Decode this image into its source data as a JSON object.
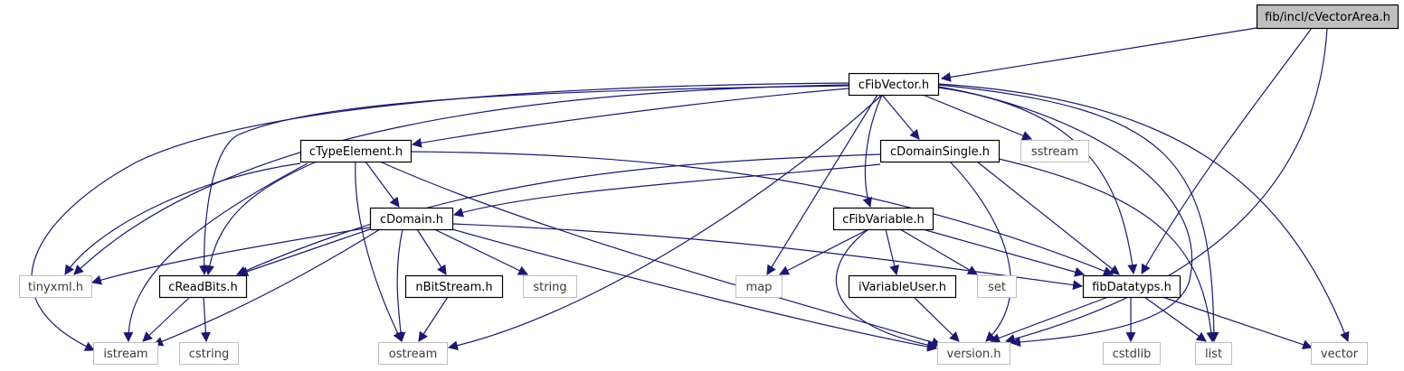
{
  "diagram": {
    "title": "fib/incl/cVectorArea.h include dependency graph",
    "colors": {
      "edge": "#191970",
      "root_fill": "#bfbfbf",
      "root_border": "#000000",
      "project_border": "#000000",
      "system_border": "#bfbfbf",
      "text": "#000000",
      "system_text": "#3a3a3a"
    },
    "nodes": [
      {
        "id": "root",
        "label": "fib/incl/cVectorArea.h",
        "kind": "root"
      },
      {
        "id": "cFibVector",
        "label": "cFibVector.h",
        "kind": "project"
      },
      {
        "id": "cTypeElement",
        "label": "cTypeElement.h",
        "kind": "project"
      },
      {
        "id": "cDomainSingle",
        "label": "cDomainSingle.h",
        "kind": "project"
      },
      {
        "id": "sstream",
        "label": "sstream",
        "kind": "system"
      },
      {
        "id": "cDomain",
        "label": "cDomain.h",
        "kind": "project"
      },
      {
        "id": "cFibVariable",
        "label": "cFibVariable.h",
        "kind": "project"
      },
      {
        "id": "tinyxml",
        "label": "tinyxml.h",
        "kind": "system"
      },
      {
        "id": "cReadBits",
        "label": "cReadBits.h",
        "kind": "project"
      },
      {
        "id": "nBitStream",
        "label": "nBitStream.h",
        "kind": "project"
      },
      {
        "id": "string",
        "label": "string",
        "kind": "system"
      },
      {
        "id": "map",
        "label": "map",
        "kind": "system"
      },
      {
        "id": "iVariableUser",
        "label": "iVariableUser.h",
        "kind": "project"
      },
      {
        "id": "set",
        "label": "set",
        "kind": "system"
      },
      {
        "id": "fibDatatyps",
        "label": "fibDatatyps.h",
        "kind": "project"
      },
      {
        "id": "istream",
        "label": "istream",
        "kind": "system"
      },
      {
        "id": "cstring",
        "label": "cstring",
        "kind": "system"
      },
      {
        "id": "ostream",
        "label": "ostream",
        "kind": "system"
      },
      {
        "id": "version",
        "label": "version.h",
        "kind": "system"
      },
      {
        "id": "cstdlib",
        "label": "cstdlib",
        "kind": "system"
      },
      {
        "id": "list",
        "label": "list",
        "kind": "system"
      },
      {
        "id": "vector",
        "label": "vector",
        "kind": "system"
      }
    ],
    "edges": [
      {
        "from": "root",
        "to": "cFibVector"
      },
      {
        "from": "root",
        "to": "fibDatatyps"
      },
      {
        "from": "root",
        "to": "version"
      },
      {
        "from": "cFibVector",
        "to": "cTypeElement"
      },
      {
        "from": "cFibVector",
        "to": "cDomainSingle"
      },
      {
        "from": "cFibVector",
        "to": "sstream"
      },
      {
        "from": "cFibVector",
        "to": "cFibVariable"
      },
      {
        "from": "cFibVector",
        "to": "tinyxml"
      },
      {
        "from": "cFibVector",
        "to": "cReadBits"
      },
      {
        "from": "cFibVector",
        "to": "istream"
      },
      {
        "from": "cFibVector",
        "to": "ostream"
      },
      {
        "from": "cFibVector",
        "to": "map"
      },
      {
        "from": "cFibVector",
        "to": "fibDatatyps"
      },
      {
        "from": "cFibVector",
        "to": "version"
      },
      {
        "from": "cFibVector",
        "to": "list"
      },
      {
        "from": "cFibVector",
        "to": "vector"
      },
      {
        "from": "cTypeElement",
        "to": "cDomain"
      },
      {
        "from": "cTypeElement",
        "to": "tinyxml"
      },
      {
        "from": "cTypeElement",
        "to": "cReadBits"
      },
      {
        "from": "cTypeElement",
        "to": "istream"
      },
      {
        "from": "cTypeElement",
        "to": "ostream"
      },
      {
        "from": "cTypeElement",
        "to": "fibDatatyps"
      },
      {
        "from": "cTypeElement",
        "to": "version"
      },
      {
        "from": "cDomainSingle",
        "to": "cDomain"
      },
      {
        "from": "cDomainSingle",
        "to": "cReadBits"
      },
      {
        "from": "cDomainSingle",
        "to": "fibDatatyps"
      },
      {
        "from": "cDomainSingle",
        "to": "version"
      },
      {
        "from": "cDomainSingle",
        "to": "list"
      },
      {
        "from": "cDomain",
        "to": "tinyxml"
      },
      {
        "from": "cDomain",
        "to": "cReadBits"
      },
      {
        "from": "cDomain",
        "to": "nBitStream"
      },
      {
        "from": "cDomain",
        "to": "string"
      },
      {
        "from": "cDomain",
        "to": "istream"
      },
      {
        "from": "cDomain",
        "to": "ostream"
      },
      {
        "from": "cDomain",
        "to": "fibDatatyps"
      },
      {
        "from": "cDomain",
        "to": "version"
      },
      {
        "from": "cFibVariable",
        "to": "map"
      },
      {
        "from": "cFibVariable",
        "to": "iVariableUser"
      },
      {
        "from": "cFibVariable",
        "to": "set"
      },
      {
        "from": "cFibVariable",
        "to": "fibDatatyps"
      },
      {
        "from": "cFibVariable",
        "to": "version"
      },
      {
        "from": "cReadBits",
        "to": "istream"
      },
      {
        "from": "cReadBits",
        "to": "cstring"
      },
      {
        "from": "nBitStream",
        "to": "ostream"
      },
      {
        "from": "iVariableUser",
        "to": "version"
      },
      {
        "from": "fibDatatyps",
        "to": "cstdlib"
      },
      {
        "from": "fibDatatyps",
        "to": "list"
      },
      {
        "from": "fibDatatyps",
        "to": "vector"
      },
      {
        "from": "fibDatatyps",
        "to": "version"
      }
    ]
  }
}
